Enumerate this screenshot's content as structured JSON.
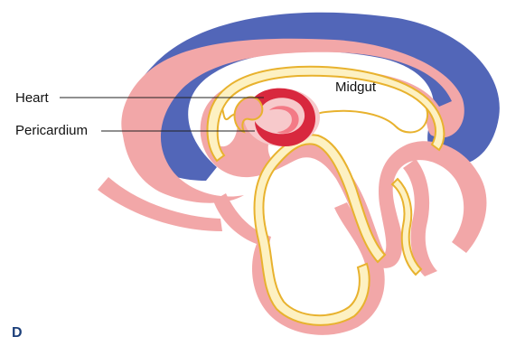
{
  "colors": {
    "ectoderm": "#5266b8",
    "mesoderm": "#f2a7a8",
    "endoderm_line": "#e8b22e",
    "endoderm_fill": "#fdf1c2",
    "cavity": "#ffffff",
    "heart": "#d8283e",
    "heart_light": "#f37a86",
    "pericardium": "#f7c9cb",
    "label_text": "#111111",
    "panel_letter": "#1c3f7a"
  },
  "labels": {
    "heart": "Heart",
    "pericardium": "Pericardium",
    "midgut": "Midgut",
    "panel": "D"
  }
}
